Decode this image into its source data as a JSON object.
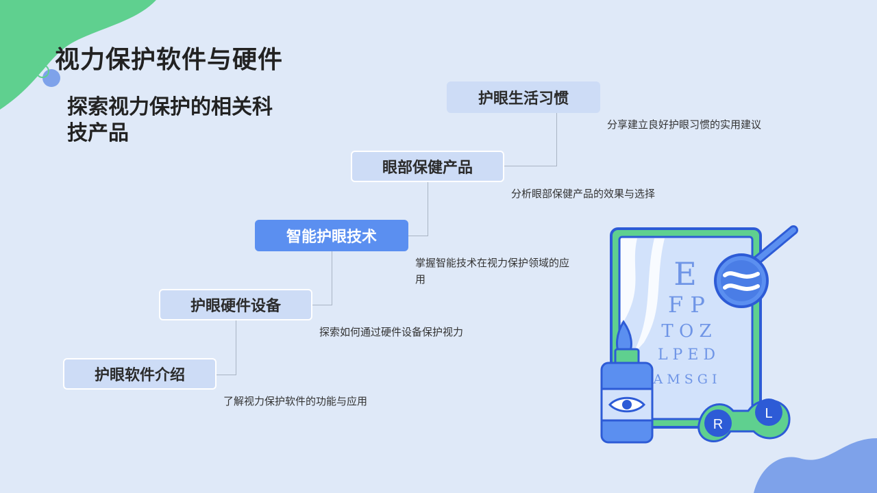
{
  "title": "视力保护软件与硬件",
  "subtitle": "探索视力保护的相关科技产品",
  "steps": [
    {
      "label": "护眼软件介绍",
      "desc": "了解视力保护软件的功能与应用"
    },
    {
      "label": "护眼硬件设备",
      "desc": "探索如何通过硬件设备保护视力"
    },
    {
      "label": "智能护眼技术",
      "desc": "掌握智能技术在视力保护领域的应用"
    },
    {
      "label": "眼部保健产品",
      "desc": "分析眼部保健产品的效果与选择"
    },
    {
      "label": "护眼生活习惯",
      "desc": "分享建立良好护眼习惯的实用建议"
    }
  ],
  "eye_chart": {
    "rows": [
      "E",
      "F P",
      "T O Z",
      "L P E D",
      "A M S G I"
    ]
  },
  "lens_case": {
    "left": "R",
    "right": "L"
  },
  "colors": {
    "accent": "#5b8ff0",
    "step_bg": "#cddcf6",
    "green": "#5fd08f",
    "blue_dark": "#2d5bd6",
    "background": "#dfe9f8"
  }
}
